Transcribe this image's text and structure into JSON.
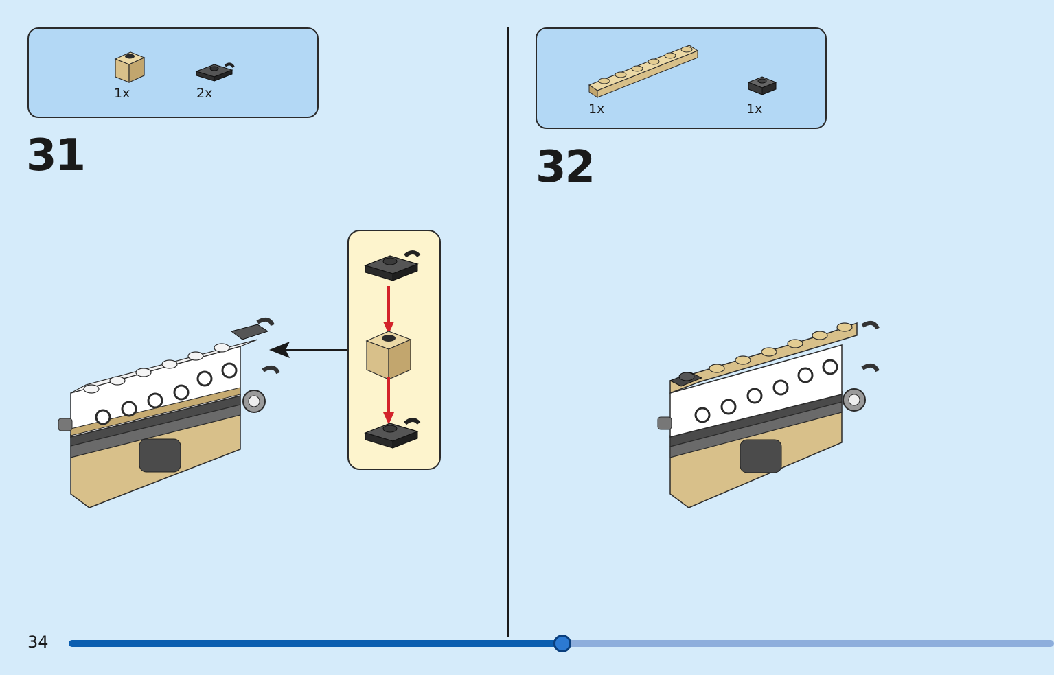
{
  "page": {
    "number": "34",
    "progress_fraction": 0.5
  },
  "steps": [
    {
      "number": "31",
      "parts": [
        {
          "name": "tan 1x1 brick",
          "quantity": "1x"
        },
        {
          "name": "dark gray plate with clip",
          "quantity": "2x"
        }
      ]
    },
    {
      "number": "32",
      "parts": [
        {
          "name": "tan 1x6 plate",
          "quantity": "1x"
        },
        {
          "name": "dark gray 1x1 plate",
          "quantity": "1x"
        }
      ]
    }
  ],
  "colors": {
    "background": "#d5ebfa",
    "parts_box": "#b3d8f5",
    "callout": "#fdf4cd",
    "tan": "#d8c08a",
    "dark_gray": "#3a3a3a",
    "progress_fill": "#0b5eb0",
    "progress_track": "#8eaedc",
    "arrow_red": "#d3232a"
  }
}
